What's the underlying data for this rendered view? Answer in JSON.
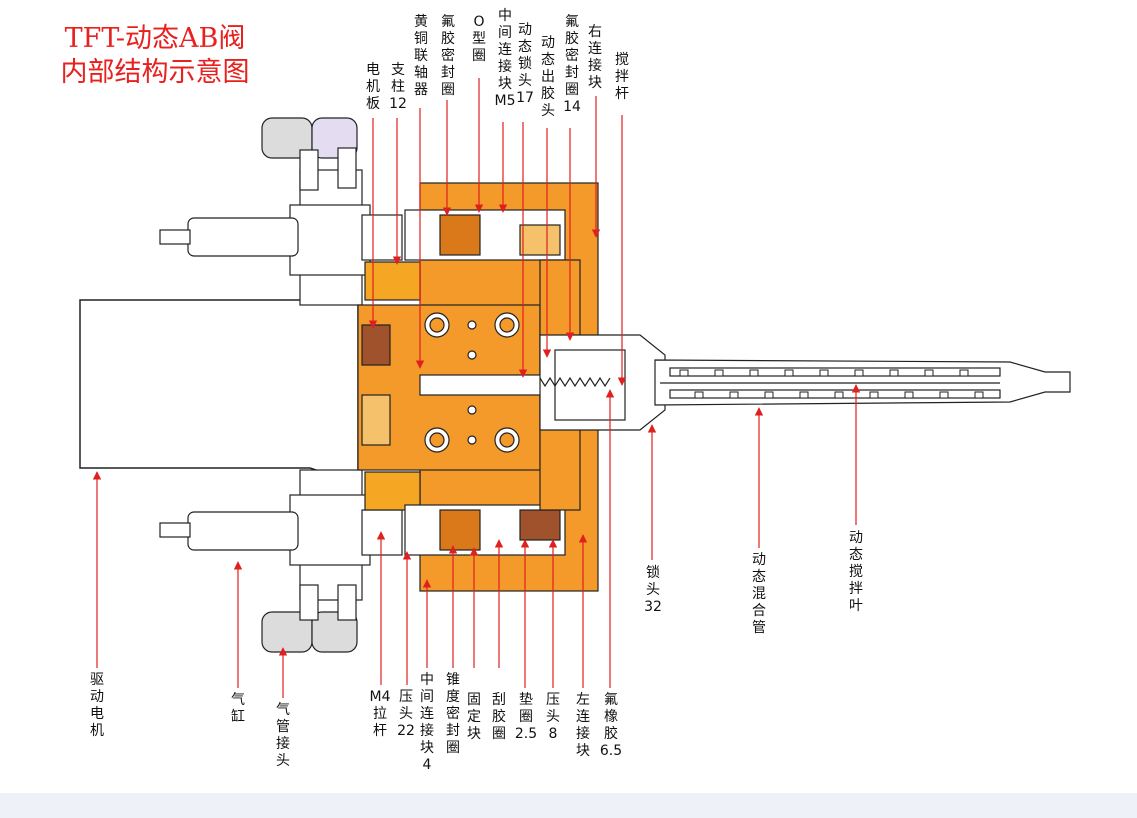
{
  "title": {
    "line1": "TFT-动态AB阀",
    "line2": "内部结构示意图"
  },
  "colors": {
    "title": "#e8201e",
    "arrow": "#e0201e",
    "body": "#f39a2b",
    "body_dark": "#d9791a",
    "copper": "#a0522d",
    "outline": "#222222"
  },
  "labels_top": [
    {
      "id": "motor-plate",
      "text": "电机板"
    },
    {
      "id": "pillar-12",
      "text": "支柱12"
    },
    {
      "id": "brass-coupling",
      "text": "黄铜联轴器"
    },
    {
      "id": "ptfe-seal-ring",
      "text": "氟胶密封圈"
    },
    {
      "id": "o-ring",
      "text": "O型圈"
    },
    {
      "id": "middle-block-m5",
      "text": "中间连接块M5"
    },
    {
      "id": "dynamic-lock-head-17",
      "text": "动态锁头17"
    },
    {
      "id": "dynamic-outlet-head",
      "text": "动态出胶头"
    },
    {
      "id": "ptfe-seal-ring-14",
      "text": "氟胶密封圈14"
    },
    {
      "id": "right-connect-block",
      "text": "右连接块"
    },
    {
      "id": "stir-rod",
      "text": "搅拌杆"
    }
  ],
  "labels_bottom": [
    {
      "id": "drive-motor",
      "text": "驱动电机"
    },
    {
      "id": "air-cylinder",
      "text": "气缸"
    },
    {
      "id": "air-pipe-joint",
      "text": "气管接头"
    },
    {
      "id": "m4-tie-rod",
      "text": "M4拉杆"
    },
    {
      "id": "press-head-22",
      "text": "压头22"
    },
    {
      "id": "middle-block-4",
      "text": "中间连接块4"
    },
    {
      "id": "taper-seal-ring",
      "text": "锥度密封圈"
    },
    {
      "id": "fixing-block",
      "text": "固定块"
    },
    {
      "id": "scraper-ring",
      "text": "刮胶圈"
    },
    {
      "id": "washer-2-5",
      "text": "垫圈2.5"
    },
    {
      "id": "press-head-8",
      "text": "压头8"
    },
    {
      "id": "left-connect-block",
      "text": "左连接块"
    },
    {
      "id": "fluororubber-6-5",
      "text": "氟橡胶6.5"
    }
  ],
  "labels_right": [
    {
      "id": "lock-head-32",
      "text": "锁头32"
    },
    {
      "id": "dynamic-mixing-tube",
      "text": "动态混合管"
    },
    {
      "id": "dynamic-stir-blade",
      "text": "动态搅拌叶"
    }
  ]
}
